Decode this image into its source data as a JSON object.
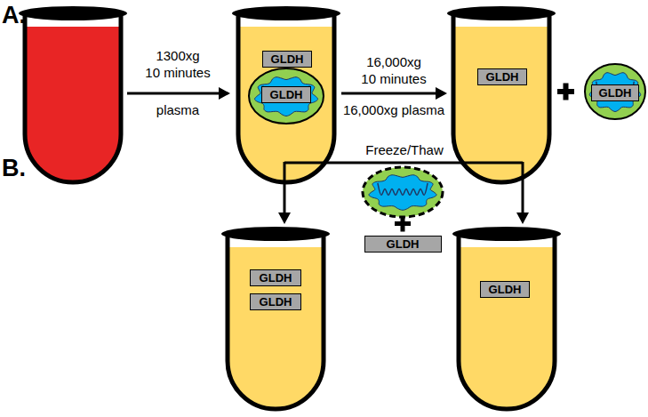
{
  "diagram": {
    "nodes": [
      {
        "text": [
          "GLDH"
        ]
      },
      {
        "text": [
          "GLDH"
        ]
      },
      {
        "text": [
          "GLDH"
        ]
      },
      {
        "text": [
          "GLDH"
        ]
      },
      {
        "text": [
          "GLDH"
        ]
      },
      {
        "text": [
          "GLDH"
        ]
      },
      {
        "text": [
          "GLDH"
        ]
      },
      {
        "text": [
          "GLDH"
        ]
      }
    ],
    "labels": [
      "A.",
      "1300xg",
      "10 minutes",
      "plasma",
      "16,000xg",
      "10 minutes",
      "16,000xg plasma",
      "B.",
      "Freeze/Thaw"
    ]
  }
}
